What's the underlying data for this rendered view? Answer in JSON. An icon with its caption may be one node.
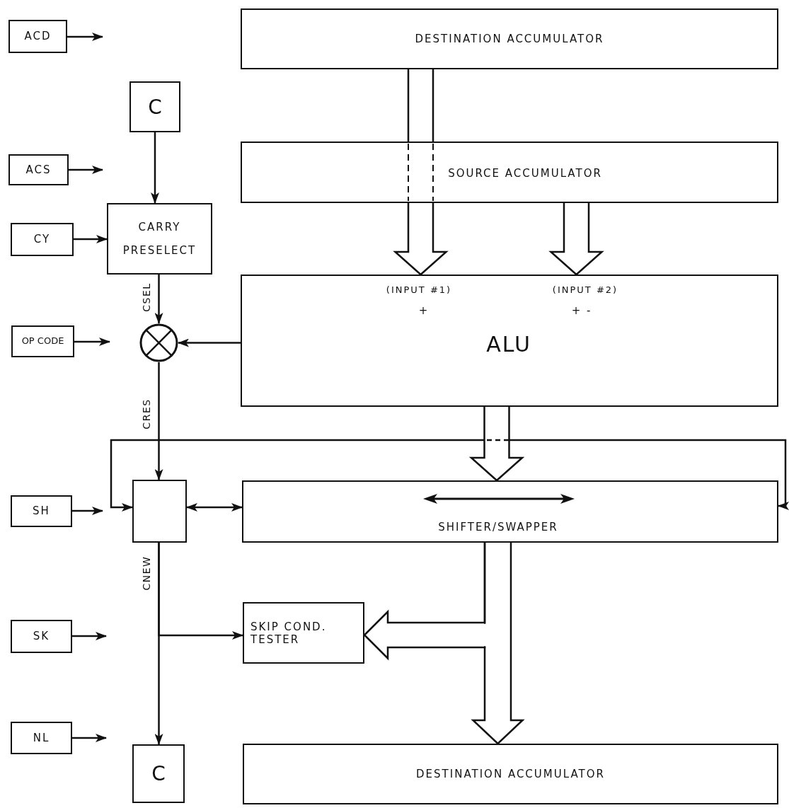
{
  "diagram": {
    "nodes": [
      {
        "text": [
          "ACD"
        ]
      },
      {
        "text": [
          "DESTINATION ACCUMULATOR"
        ]
      },
      {
        "text": [
          "C"
        ]
      },
      {
        "text": [
          "ACS"
        ]
      },
      {
        "text": [
          "SOURCE ACCUMULATOR"
        ]
      },
      {
        "text": [
          "CY"
        ]
      },
      {
        "text": [
          "CARRY PRESELECT"
        ]
      },
      {
        "text": [
          "OP CODE"
        ]
      },
      {
        "text": [],
        "shape": "circle"
      },
      {
        "text": [
          "(INPUT #1)",
          "+",
          "(INPUT #2)",
          "+ -",
          "ALU"
        ]
      },
      {
        "text": [
          "SH"
        ]
      },
      {
        "text": [],
        "shape": "box"
      },
      {
        "text": [
          "SHIFTER/SWAPPER"
        ]
      },
      {
        "text": [
          "SK"
        ]
      },
      {
        "text": [
          "SKIP COND. TESTER"
        ]
      },
      {
        "text": [
          "NL"
        ]
      },
      {
        "text": [
          "C"
        ]
      },
      {
        "text": [
          "DESTINATION ACCUMULATOR"
        ]
      }
    ],
    "edges": [
      {
        "from": 0,
        "to": null,
        "arrow": "to"
      },
      {
        "from": 3,
        "to": null,
        "arrow": "to"
      },
      {
        "from": 5,
        "to": 6,
        "arrow": "to"
      },
      {
        "from": 7,
        "to": null,
        "arrow": "to"
      },
      {
        "from": 10,
        "to": null,
        "arrow": "to"
      },
      {
        "from": 13,
        "to": null,
        "arrow": "to"
      },
      {
        "from": 15,
        "to": null,
        "arrow": "to"
      },
      {
        "from": 2,
        "to": 6,
        "arrow": "to"
      },
      {
        "from": 6,
        "to": 8,
        "arrow": "to",
        "label": "CSEL"
      },
      {
        "from": 9,
        "to": 8,
        "arrow": "to"
      },
      {
        "from": 8,
        "to": 11,
        "arrow": "to",
        "label": "CRES"
      },
      {
        "from": 11,
        "to": 16,
        "arrow": "to",
        "label": "CNEW"
      },
      {
        "from": 11,
        "to": 14,
        "arrow": "to"
      },
      {
        "from": 11,
        "to": 12,
        "arrow": "both"
      },
      {
        "from": 11,
        "to": 12,
        "arrow": "both"
      },
      {
        "from": 1,
        "to": 9,
        "arrow": "to",
        "style": "thick"
      },
      {
        "from": 4,
        "to": 9,
        "arrow": "to",
        "style": "thick"
      },
      {
        "from": 9,
        "to": 12,
        "arrow": "to",
        "style": "thick"
      },
      {
        "from": 12,
        "to": 14,
        "arrow": "to",
        "style": "thick"
      },
      {
        "from": 12,
        "to": 17,
        "arrow": "to",
        "style": "thick"
      }
    ]
  }
}
